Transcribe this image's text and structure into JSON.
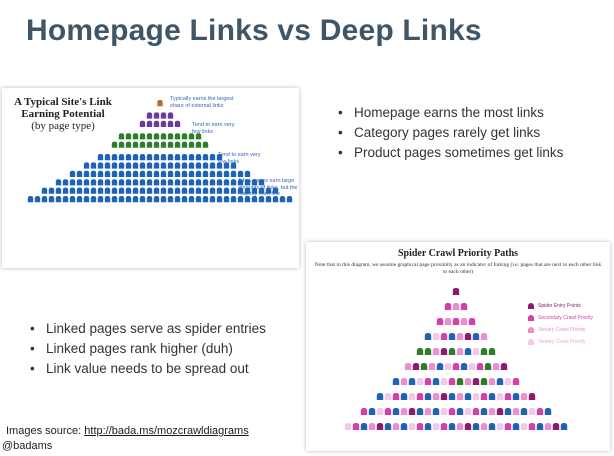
{
  "title": "Homepage Links vs Deep Links",
  "bullets_top": [
    "Homepage earns the most links",
    "Category pages rarely get links",
    "Product pages sometimes get links"
  ],
  "bullets_bottom": [
    "Linked pages serve as spider entries",
    "Linked pages rank higher (duh)",
    "Link value needs to be spread out"
  ],
  "link_diagram": {
    "title": "A Typical Site's Link Earning Potential",
    "subtitle": "(by page type)",
    "notes": [
      "Typically earns the largest share of external links",
      "Tend to earn very few links",
      "Tend to earn very few links",
      "A few pages earn large amounts of links, but the majority earn few"
    ],
    "tiers": [
      {
        "color": "#c0692c",
        "rows": [
          1
        ]
      },
      {
        "color": "#6a3b9a",
        "rows": [
          4,
          6
        ]
      },
      {
        "color": "#2f7d2a",
        "rows": [
          12,
          14
        ]
      },
      {
        "color": "#1f63b8",
        "rows": [
          18,
          22,
          26,
          30,
          34,
          38
        ]
      }
    ]
  },
  "crawl_diagram": {
    "title": "Spider Crawl Priority Paths",
    "note": "Note that in this diagram, we assume graphical page proximity as an indicator of linking (i.e. pages that are next to each other link to each other)",
    "legend": [
      {
        "label": "Spider Entry Points",
        "color": "#8e1a6c"
      },
      {
        "label": "Secondary Crawl Priority",
        "color": "#d43fa8"
      },
      {
        "label": "Tertiary Crawl Priority",
        "color": "#eb8fd1"
      },
      {
        "label": "Tertiary Crawl Priority",
        "color": "#f5c8ea"
      }
    ],
    "row_counts": [
      1,
      3,
      5,
      8,
      10,
      13,
      16,
      20,
      24,
      28
    ],
    "colors": {
      "entry": "#8e1a6c",
      "secondary": "#d43fa8",
      "tertiary": "#eb8fd1",
      "quaternary": "#f5c8ea",
      "green": "#2f7d2a",
      "blue": "#1f63b8"
    }
  },
  "source": {
    "prefix": "Images source: ",
    "link": "http://bada.ms/mozcrawldiagrams"
  },
  "handle": "@badams"
}
